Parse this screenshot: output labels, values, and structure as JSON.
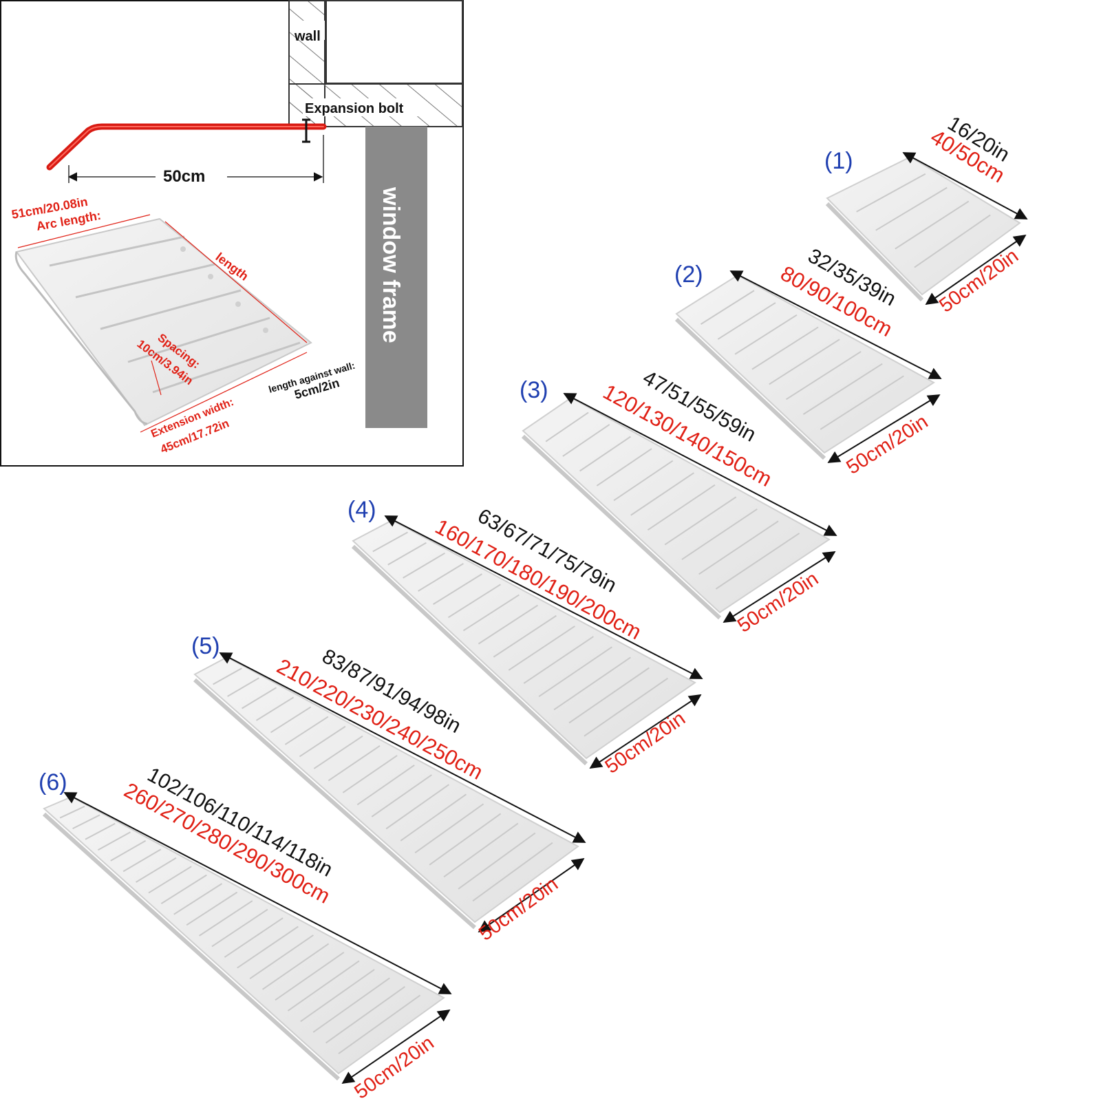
{
  "detail_diagram": {
    "wall_label": "wall",
    "bolt_label": "Expansion bolt",
    "depth_label": "50cm",
    "window_frame_label": "window frame",
    "arc_length_label": "Arc length:",
    "arc_length_value": "51cm/20.08in",
    "length_label": "length",
    "spacing_label": "Spacing:",
    "spacing_value": "10cm/3.94in",
    "extension_label": "Extension width:",
    "extension_value": "45cm/17.72in",
    "against_wall_label": "length against wall:",
    "against_wall_value": "5cm/2in"
  },
  "colors": {
    "dimension_red": "#e02015",
    "index_blue": "#1f3fb0",
    "frame_gray": "#8a8a8a",
    "rail_red": "#d81a12"
  },
  "sizes": [
    {
      "index": "(1)",
      "inches": "16/20in",
      "cm": "40/50cm",
      "width": "50cm/20in"
    },
    {
      "index": "(2)",
      "inches": "32/35/39in",
      "cm": "80/90/100cm",
      "width": "50cm/20in"
    },
    {
      "index": "(3)",
      "inches": "47/51/55/59in",
      "cm": "120/130/140/150cm",
      "width": "50cm/20in"
    },
    {
      "index": "(4)",
      "inches": "63/67/71/75/79in",
      "cm": "160/170/180/190/200cm",
      "width": "50cm/20in"
    },
    {
      "index": "(5)",
      "inches": "83/87/91/94/98in",
      "cm": "210/220/230/240/250cm",
      "width": "50cm/20in"
    },
    {
      "index": "(6)",
      "inches": "102/106/110/114/118in",
      "cm": "260/270/280/290/300cm",
      "width": "50cm/20in"
    }
  ]
}
